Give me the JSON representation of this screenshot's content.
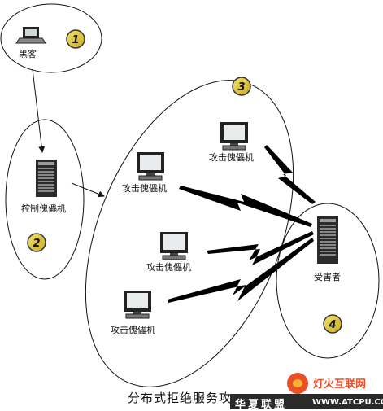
{
  "nodes": {
    "hacker": "黑客",
    "controller": "控制傀儡机",
    "zombie_top": "攻击傀儡机",
    "zombie_a": "攻击傀儡机",
    "zombie_b": "攻击傀儡机",
    "zombie_c": "攻击傀儡机",
    "victim": "受害者"
  },
  "badges": [
    "1",
    "2",
    "3",
    "4"
  ],
  "caption": "分布式拒绝服务攻",
  "watermark": {
    "site_name": "灯火互联网",
    "url": "WWW.ATCPU.COM",
    "alliance": "华夏联盟"
  }
}
